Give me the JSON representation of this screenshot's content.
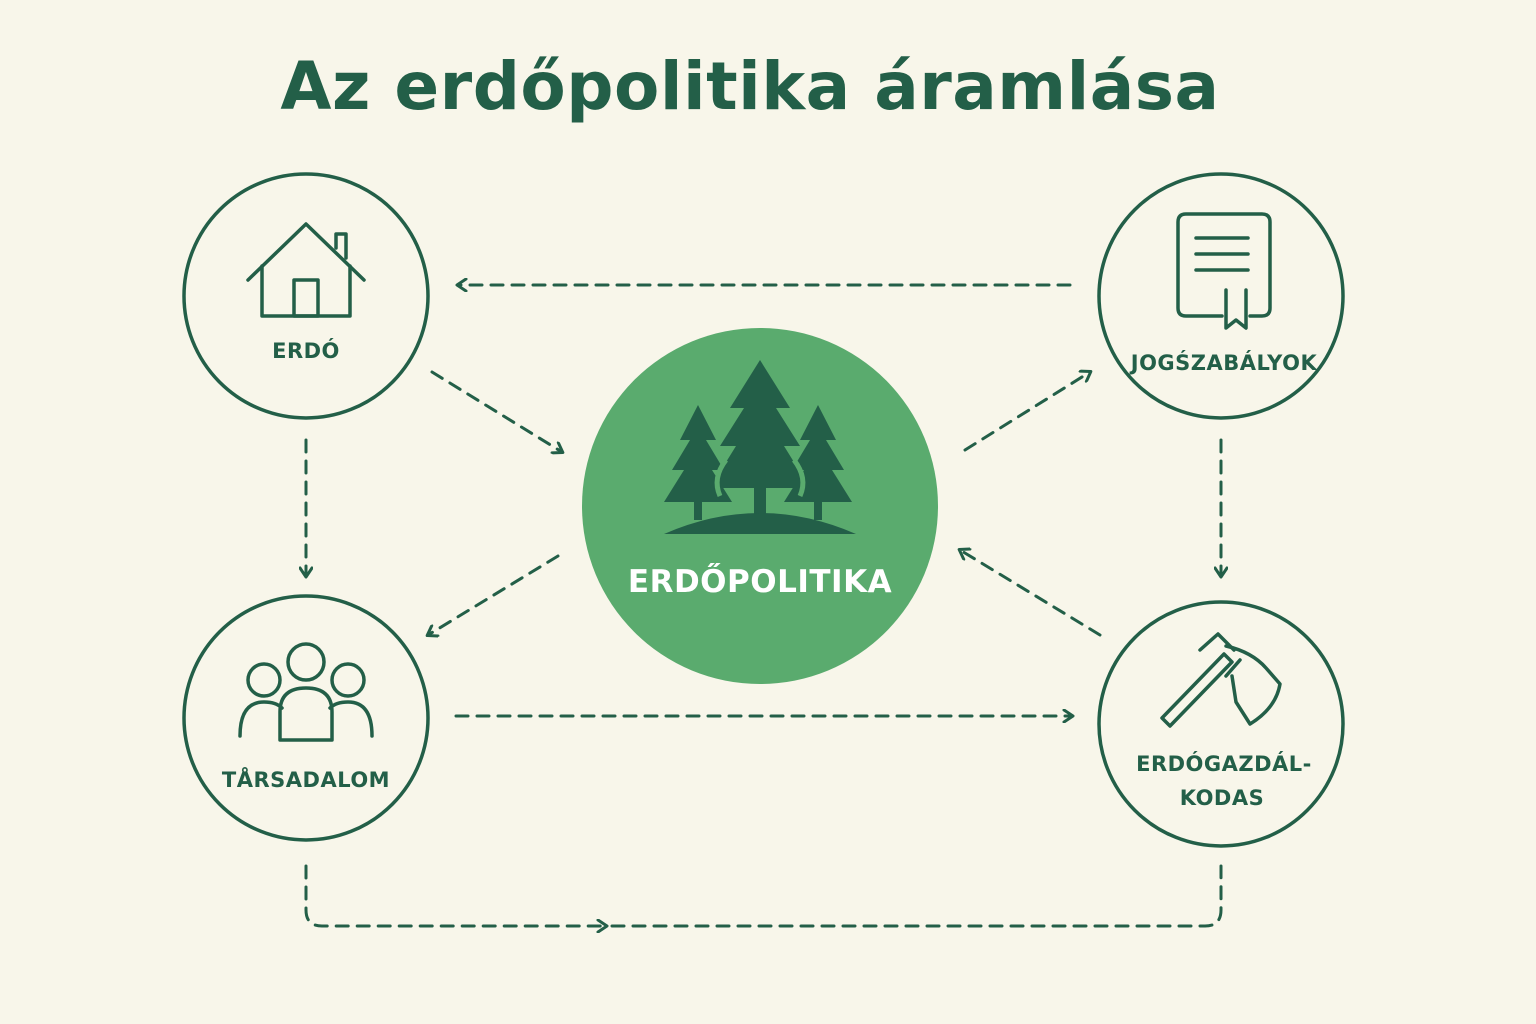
{
  "title": "Az erdőpolitika áramlása",
  "colors": {
    "background": "#f8f6ea",
    "primary": "#235f48",
    "center_fill": "#5aab6e"
  },
  "center": {
    "label": "ERDŐPOLITIKA",
    "icon": "forest-trees-icon"
  },
  "nodes": {
    "erdo": {
      "label": "ERDÓ",
      "icon": "house-icon"
    },
    "jogszabalyok": {
      "label": "JOGŚZABÁLYOK",
      "icon": "document-icon"
    },
    "tarsadalom": {
      "label": "TÅRSADALOM",
      "icon": "people-icon"
    },
    "erdogazdalkodas": {
      "label_line1": "ERDÓGAZDÁL-",
      "label_line2": "KODAS",
      "icon": "axe-icon"
    }
  },
  "connections": [
    {
      "from": "ERDÓ",
      "to": "ERDŐPOLITIKA"
    },
    {
      "from": "JOGŚZABÁLYOK",
      "to": "ERDÓ"
    },
    {
      "from": "ERDŐPOLITIKA",
      "to": "JOGŚZABÁLYOK"
    },
    {
      "from": "ERDŐPOLITIKA",
      "to": "TÅRSADALOM"
    },
    {
      "from": "ERDÓGAZDÁL-KODAS",
      "to": "ERDŐPOLITIKA"
    },
    {
      "from": "ERDÓ",
      "to": "TÅRSADALOM"
    },
    {
      "from": "JOGŚZABÁLYOK",
      "to": "ERDÓGAZDÁL-KODAS"
    },
    {
      "from": "TÅRSADALOM",
      "to": "ERDÓGAZDÁL-KODAS"
    },
    {
      "from": "TÅRSADALOM",
      "to": "ERDÓGAZDÁL-KODAS"
    }
  ]
}
